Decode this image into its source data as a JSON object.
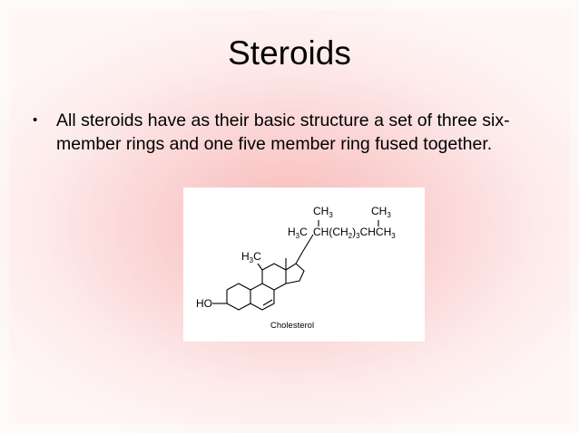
{
  "slide": {
    "title": "Steroids",
    "bullets": [
      "All steroids have as their basic structure a set of three six-member rings and one five member ring fused together."
    ]
  },
  "figure": {
    "caption": "Cholesterol",
    "labels": {
      "ho": "HO",
      "methyl_a": "H3C",
      "methyl_b": "H3C",
      "ch3_side": "CH3",
      "ch3_end": "CH3",
      "side_chain": "CH(CH2)3CHCH3"
    }
  }
}
